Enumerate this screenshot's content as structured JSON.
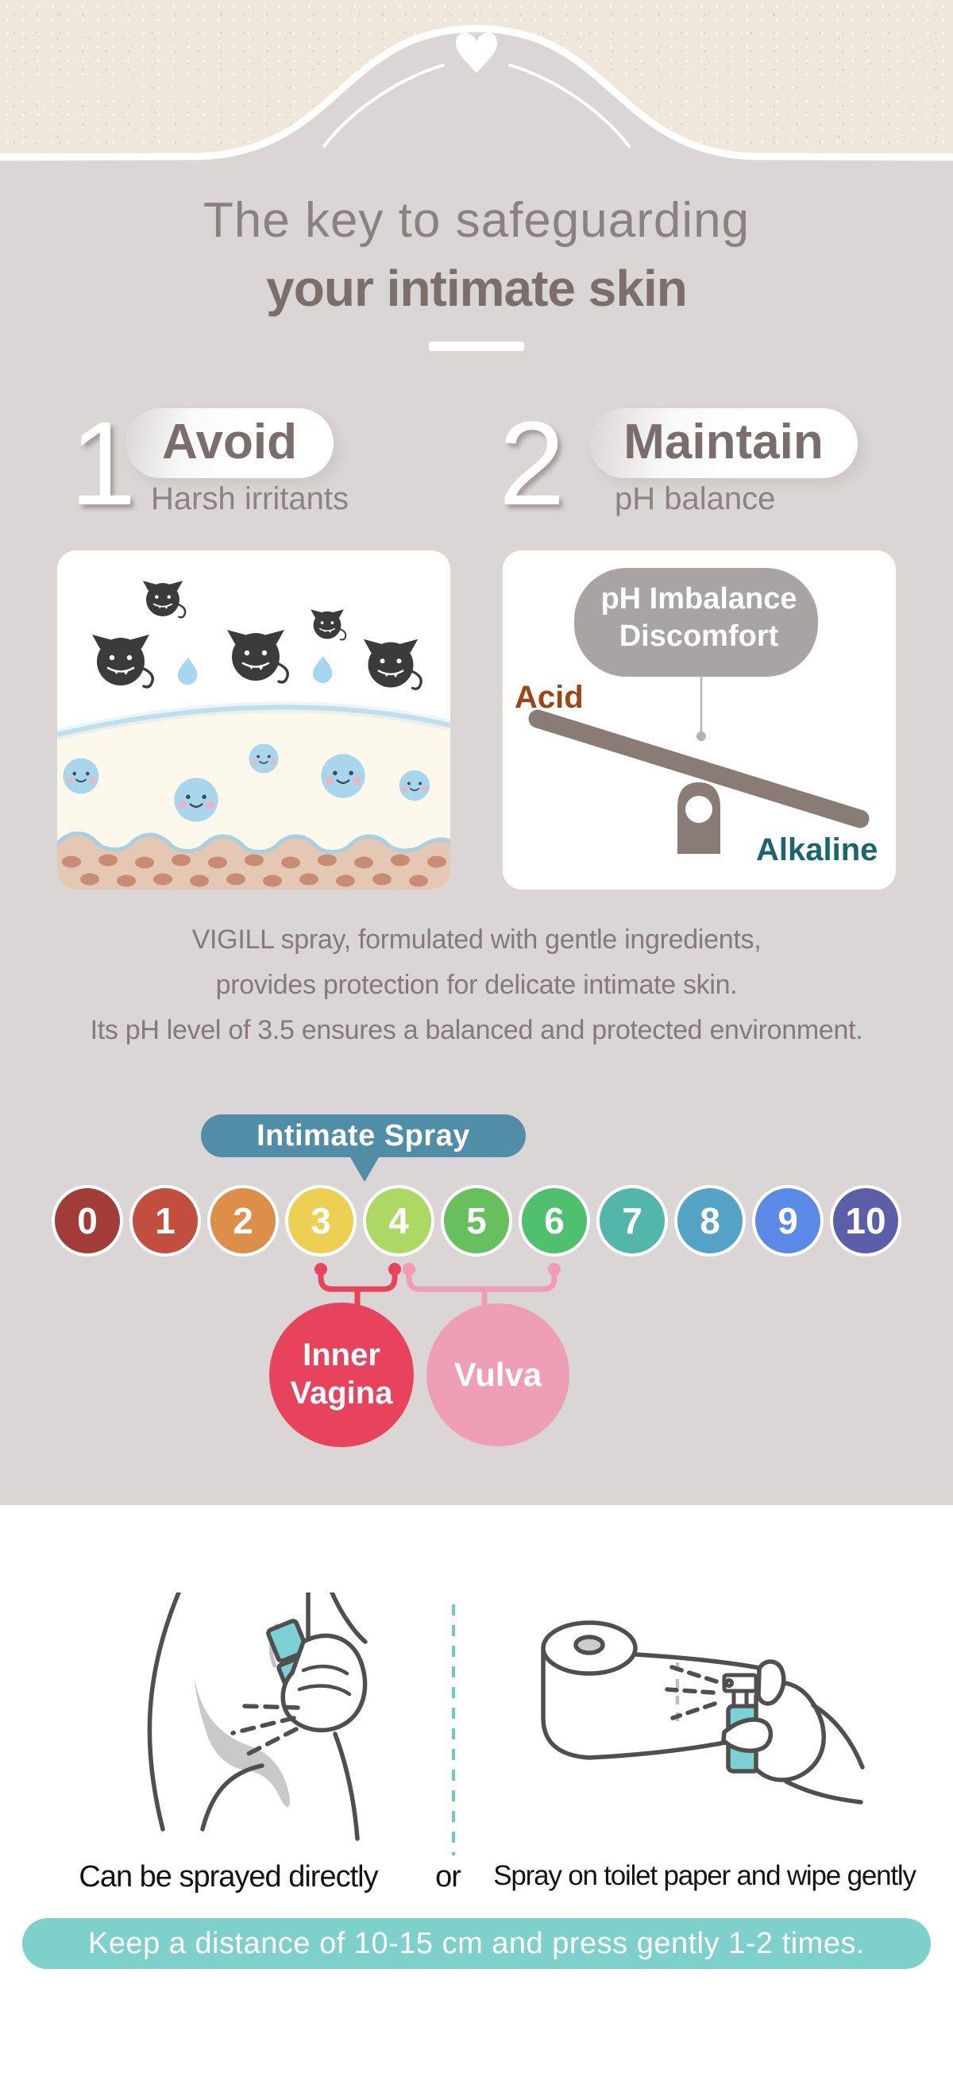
{
  "header": {
    "title_line1": "The key to safeguarding",
    "title_line2": "your intimate skin"
  },
  "steps": [
    {
      "number": "1",
      "label": "Avoid",
      "description": "Harsh irritants"
    },
    {
      "number": "2",
      "label": "Maintain",
      "description": "pH balance"
    }
  ],
  "seesaw": {
    "bubble_line1": "pH Imbalance",
    "bubble_line2": "Discomfort",
    "acid_label": "Acid",
    "acid_color": "#9c4516",
    "alkaline_label": "Alkaline",
    "alkaline_color": "#19666f"
  },
  "paragraph": {
    "line1": "VIGILL spray, formulated with gentle ingredients,",
    "line2": "provides protection for delicate intimate skin.",
    "line3": "Its pH level of 3.5 ensures a balanced and protected environment."
  },
  "ph_scale": {
    "callout": "Intimate Spray",
    "callout_color": "#4f8ea6",
    "values": [
      "0",
      "1",
      "2",
      "3",
      "4",
      "5",
      "6",
      "7",
      "8",
      "9",
      "10"
    ],
    "colors": [
      "#a13c39",
      "#c24f3d",
      "#dd8f4a",
      "#ecd052",
      "#abd963",
      "#67bf5e",
      "#4fc06d",
      "#52b6aa",
      "#54a2c6",
      "#5b89e6",
      "#5c5fa7"
    ],
    "ranges": [
      {
        "label_line1": "Inner",
        "label_line2": "Vagina",
        "color": "#e8435c",
        "covers": "pH 3-4"
      },
      {
        "label": "Vulva",
        "color": "#ee9eb5",
        "covers": "pH 4-6"
      }
    ]
  },
  "usage": {
    "left_caption": "Can be sprayed directly",
    "connector": "or",
    "right_caption": "Spray on toilet paper and wipe gently",
    "banner": "Keep a distance of 10-15 cm and press gently 1-2 times.",
    "banner_color": "#7ed0ca"
  }
}
